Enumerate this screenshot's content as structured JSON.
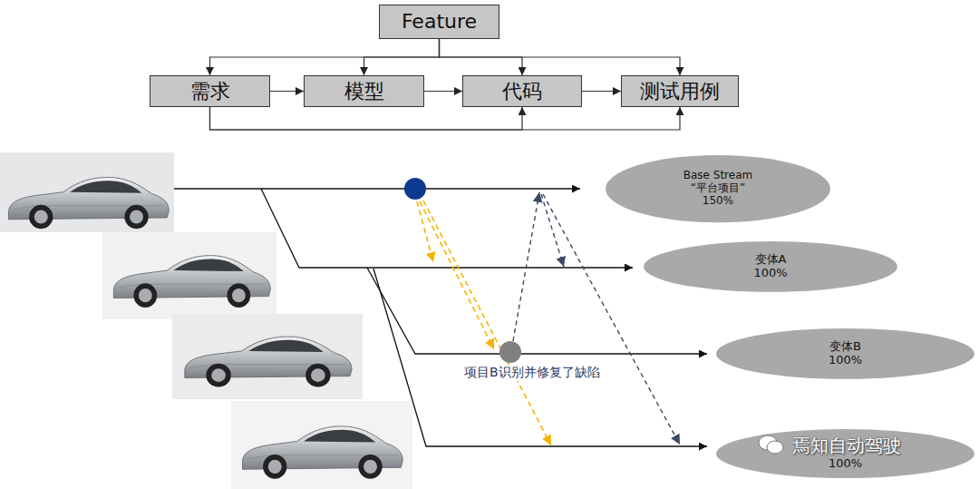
{
  "diagram": {
    "nodes": [
      {
        "text": [
          "Feature"
        ]
      },
      {
        "text": [
          "需求"
        ]
      },
      {
        "text": [
          "模型"
        ]
      },
      {
        "text": [
          "代码"
        ]
      },
      {
        "text": [
          "测试用例"
        ]
      },
      {
        "text": [
          "Base Stream",
          "“平台项目”",
          "150%"
        ]
      },
      {
        "text": [
          "变体A",
          "100%"
        ]
      },
      {
        "text": [
          "变体B",
          "100%"
        ]
      },
      {
        "text": [
          "100%"
        ]
      }
    ],
    "edges": [
      {
        "from": 0,
        "to": 1,
        "arrow": "to"
      },
      {
        "from": 0,
        "to": 2,
        "arrow": "to"
      },
      {
        "from": 0,
        "to": 3,
        "arrow": "to"
      },
      {
        "from": 0,
        "to": 4,
        "arrow": "to"
      },
      {
        "from": 1,
        "to": 2,
        "arrow": "to"
      },
      {
        "from": 2,
        "to": 3,
        "arrow": "to"
      },
      {
        "from": 3,
        "to": 4,
        "arrow": "to"
      },
      {
        "from": 1,
        "to": 3,
        "arrow": "to"
      },
      {
        "from": 1,
        "to": 4,
        "arrow": "to"
      }
    ],
    "labels": [
      "项目B识别并修复了缺陷",
      "焉知自动驾驶"
    ]
  }
}
